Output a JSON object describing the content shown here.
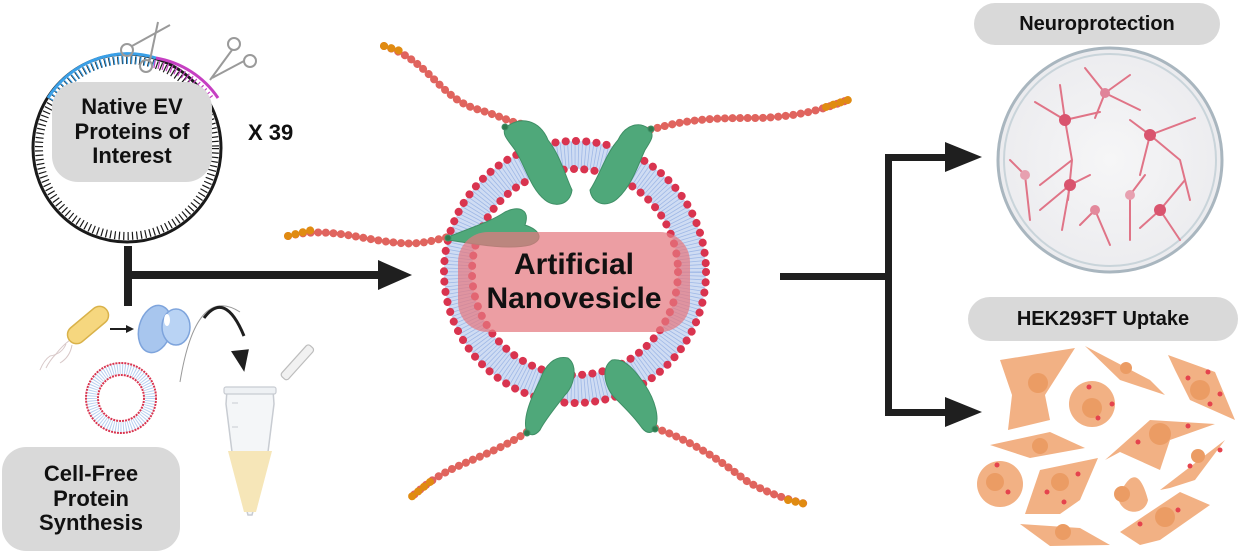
{
  "figure": {
    "type": "graphical-abstract",
    "background": "#ffffff"
  },
  "source_panel": {
    "plasmid_label": [
      "Native EV",
      "Proteins of",
      "Interest"
    ],
    "multiplier": "X 39",
    "plasmid_colors": {
      "ring": "#1a1a1a",
      "segment_a": "#3aa0e8",
      "segment_b": "#c63fc2"
    },
    "icons": [
      "plasmid-icon",
      "scissors-icon",
      "bacterium-icon",
      "ribosome-icon",
      "liposome-icon",
      "microtube-icon"
    ]
  },
  "synthesis_panel": {
    "label": [
      "Cell-Free",
      "Protein",
      "Synthesis"
    ]
  },
  "center_panel": {
    "label": [
      "Artificial",
      "Nanovesicle"
    ],
    "colors": {
      "headgroup": "#d9344f",
      "tail": "#a9c3ea",
      "protein": "#4fa87a",
      "chain": "#e0645e",
      "chain_tip": "#e08b12",
      "label_bg": "#e48a8f"
    }
  },
  "outputs": [
    {
      "label": "Neuroprotection",
      "icon": "neuron-dish-icon",
      "colors": {
        "neuron": "#d9546e",
        "dish": "#f1f1f3"
      }
    },
    {
      "label": "HEK293FT Uptake",
      "icon": "cells-icon",
      "colors": {
        "cell": "#f2b184",
        "nucleus": "#eb9c64",
        "dot": "#e5434d"
      }
    }
  ],
  "arrows": {
    "color": "#1f1f1f"
  }
}
